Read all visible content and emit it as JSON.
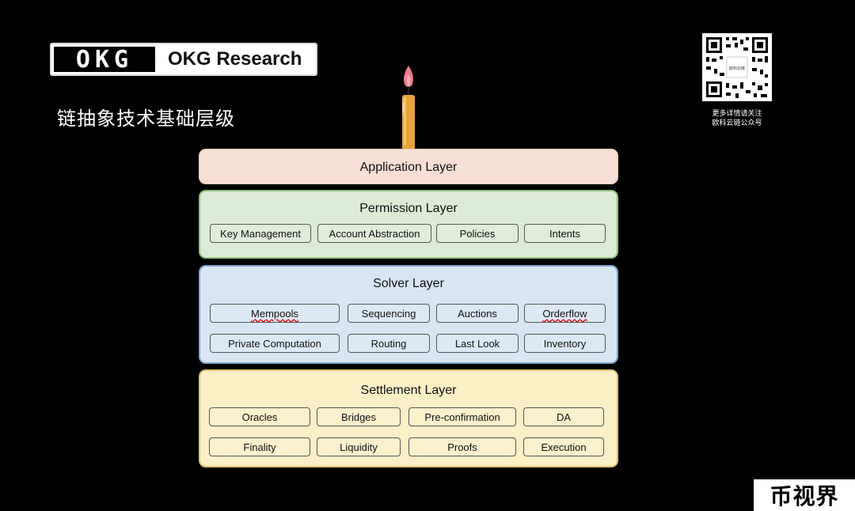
{
  "header": {
    "logo_mark": "OKG",
    "logo_text": "OKG Research",
    "page_title": "链抽象技术基础层级"
  },
  "qr": {
    "center_label": "欧科云链",
    "caption_line1": "更多详情请关注",
    "caption_line2": "欧科云链公众号"
  },
  "layers": {
    "application": {
      "title": "Application Layer"
    },
    "permission": {
      "title": "Permission Layer",
      "items": [
        "Key Management",
        "Account Abstraction",
        "Policies",
        "Intents"
      ]
    },
    "solver": {
      "title": "Solver Layer",
      "items": [
        "Mempools",
        "Sequencing",
        "Auctions",
        "Orderflow",
        "Private Computation",
        "Routing",
        "Last Look",
        "Inventory"
      ]
    },
    "settlement": {
      "title": "Settlement Layer",
      "items": [
        "Oracles",
        "Bridges",
        "Pre-confirmation",
        "DA",
        "Finality",
        "Liquidity",
        "Proofs",
        "Execution"
      ]
    }
  },
  "colors": {
    "application_fill": "#f8dfd5",
    "permission_fill": "#dcebd5",
    "solver_fill": "#d8e6f4",
    "settlement_fill": "#fbefc6",
    "flame": "#f07a8c",
    "candle": "#e8a33a"
  },
  "icons": [
    "candle-icon",
    "qr-code"
  ],
  "watermark": "币视界"
}
